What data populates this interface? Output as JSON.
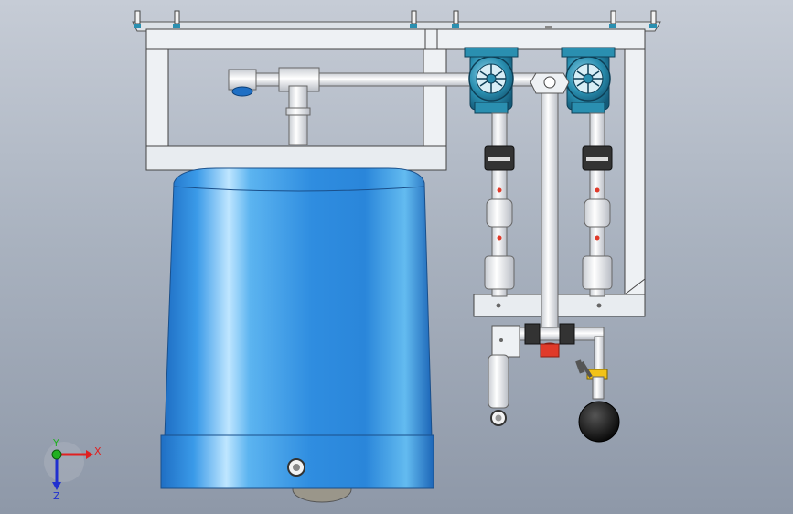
{
  "app": {
    "title": ""
  },
  "scene": {
    "description_items": [
      "frame",
      "tank",
      "pumps",
      "pipes",
      "valves",
      "float"
    ]
  },
  "colors": {
    "background_top": "#c6ccd6",
    "background_bottom": "#8e98a8",
    "tank_blue": "#2f8de0",
    "tank_highlight": "#bfe6ff",
    "pump_teal": "#2a8fb0",
    "pipe_white": "#f4f6f8",
    "accent_red": "#e03a2a",
    "axis_x": "#e02020",
    "axis_y": "#20b020",
    "axis_z": "#2030d0"
  },
  "icons": {
    "triad": "view-orientation-triad-icon"
  },
  "triad": {
    "x_label": "X",
    "y_label": "Y",
    "z_label": "Z"
  }
}
